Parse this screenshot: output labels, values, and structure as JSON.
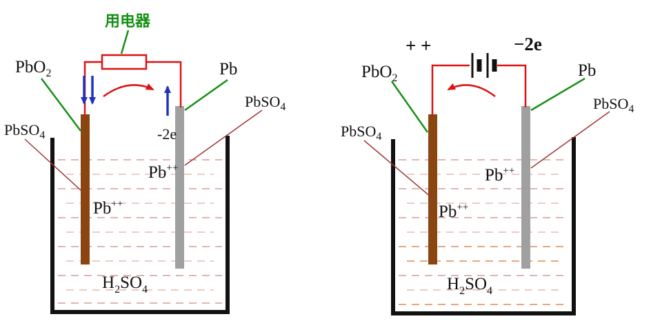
{
  "colors": {
    "circuit_red": "#dd1111",
    "pointer_green": "#149014",
    "pointer_dark_red": "#a03434",
    "electrode_brown": "#8a4510",
    "electrode_gray": "#a0a0a0",
    "electron_blue": "#2233bb",
    "beaker_black": "#111111",
    "electrolyte_pink": "#d89a9a",
    "electrolyte_orange": "#dd8855",
    "label_black": "#111111"
  },
  "left": {
    "load_label": "用电器",
    "pbo2": {
      "main": "PbO",
      "sub": "2"
    },
    "pb": "Pb",
    "pbso4_left": {
      "main": "PbSO",
      "sub": "4"
    },
    "pbso4_right": {
      "main": "PbSO",
      "sub": "4"
    },
    "minus_2e": "-2e",
    "pb_ion_upper": {
      "main": "Pb",
      "sup": "++"
    },
    "pb_ion_lower": {
      "main": "Pb",
      "sup": "++"
    },
    "h2so4": {
      "p1": "H",
      "s1": "2",
      "p2": "SO",
      "s2": "4"
    }
  },
  "right": {
    "plus_plus": "+ +",
    "minus_2e": "−2e",
    "pbo2": {
      "main": "PbO",
      "sub": "2"
    },
    "pb": "Pb",
    "pbso4_left": {
      "main": "PbSO",
      "sub": "4"
    },
    "pbso4_right": {
      "main": "PbSO",
      "sub": "4"
    },
    "pb_ion_upper": {
      "main": "Pb",
      "sup": "++"
    },
    "pb_ion_lower": {
      "main": "Pb",
      "sup": "++"
    },
    "h2so4": {
      "p1": "H",
      "s1": "2",
      "p2": "SO",
      "s2": "4"
    }
  }
}
